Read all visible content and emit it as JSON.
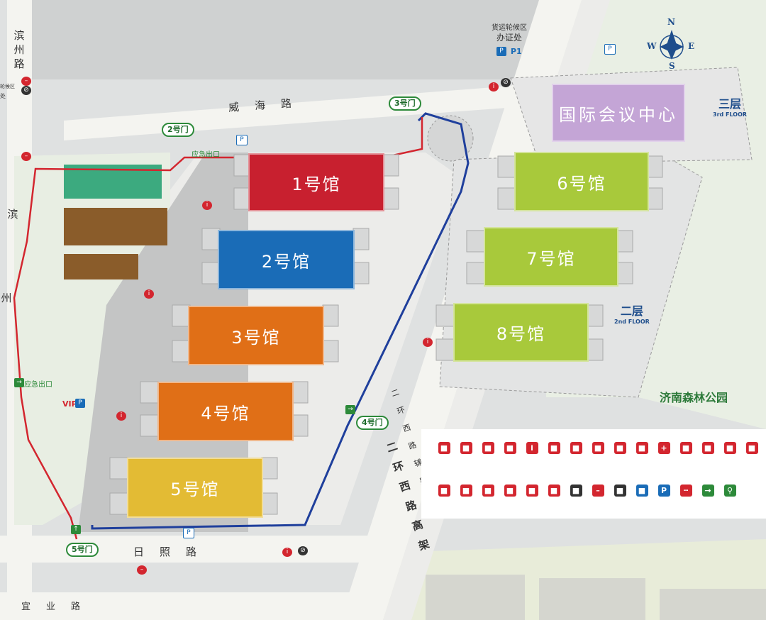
{
  "halls": [
    {
      "name": "1号馆",
      "color": "#c8202f"
    },
    {
      "name": "2号馆",
      "color": "#1a6cb7"
    },
    {
      "name": "3号馆",
      "color": "#e06f17"
    },
    {
      "name": "4号馆",
      "color": "#e06f17"
    },
    {
      "name": "5号馆",
      "color": "#e3bb34"
    },
    {
      "name": "6号馆",
      "color": "#a8c93b"
    },
    {
      "name": "7号馆",
      "color": "#a8c93b"
    },
    {
      "name": "8号馆",
      "color": "#a8c93b"
    }
  ],
  "conference": {
    "name": "国际会议中心",
    "color": "#c4a5d6"
  },
  "floors": {
    "third_cn": "三层",
    "third_en": "3rd FLOOR",
    "second_cn": "二层",
    "second_en": "2nd FLOOR"
  },
  "roads": {
    "weihai": "威海路",
    "rizhao": "日照路",
    "yiye": "宜业路",
    "binzhou": "滨州路",
    "bin_partial": "滨",
    "zhou_partial": "州",
    "erhuan": "二环西路高架",
    "fulu": "二环西路辅路"
  },
  "gates": {
    "g2": "2号门",
    "g3": "3号门",
    "g4": "4号门",
    "g5": "5号门"
  },
  "labels": {
    "cargo_office_line1": "货运轮候区",
    "cargo_office_line2": "办证处",
    "p1": "P1",
    "emergency_exit_top": "应急出口",
    "emergency_exit_left": "应急出口",
    "vip": "VIP",
    "park": "济南森林公园",
    "side_small_1": "轮候区",
    "side_small_2": "处"
  },
  "compass": {
    "n": "N",
    "s": "S",
    "e": "E",
    "w": "W"
  },
  "accent_colors": {
    "route_blue": "#1f3f9c",
    "route_red": "#d3262f",
    "gate_green": "#2d8a3a",
    "greenery": "#e9efe4"
  },
  "legend_icons": [
    {
      "icon": "ticket-icon",
      "color": "#d3262f"
    },
    {
      "icon": "badge-icon",
      "color": "#d3262f"
    },
    {
      "icon": "luggage-icon",
      "color": "#d3262f"
    },
    {
      "icon": "registration-icon",
      "color": "#d3262f"
    },
    {
      "icon": "info-icon",
      "color": "#d3262f"
    },
    {
      "icon": "bus-icon",
      "color": "#d3262f"
    },
    {
      "icon": "shuttle-icon",
      "color": "#d3262f"
    },
    {
      "icon": "taxi-icon",
      "color": "#d3262f"
    },
    {
      "icon": "restaurant-icon",
      "color": "#d3262f"
    },
    {
      "icon": "escalator-icon",
      "color": "#d3262f"
    },
    {
      "icon": "first-aid-icon",
      "color": "#d3262f"
    },
    {
      "icon": "security-icon",
      "color": "#d3262f"
    },
    {
      "icon": "service-center-icon",
      "color": "#d3262f"
    },
    {
      "icon": "entrance-icon",
      "color": "#d3262f"
    },
    {
      "icon": "meeting-room-icon",
      "color": "#d3262f"
    },
    {
      "icon": "office-icon",
      "color": "#d3262f"
    },
    {
      "icon": "restroom-icon",
      "color": "#d3262f"
    },
    {
      "icon": "breastfeeding-icon",
      "color": "#d3262f"
    },
    {
      "icon": "wheelchair-icon",
      "color": "#d3262f"
    },
    {
      "icon": "drink-icon",
      "color": "#d3262f"
    },
    {
      "icon": "truck-icon",
      "color": "#d3262f"
    },
    {
      "icon": "ems-icon",
      "color": "#333333"
    },
    {
      "icon": "no-entry-icon",
      "color": "#d3262f"
    },
    {
      "icon": "no-car-icon",
      "color": "#333333"
    },
    {
      "icon": "tunnel-icon",
      "color": "#1a6cb7"
    },
    {
      "icon": "parking-icon",
      "color": "#1a6cb7"
    },
    {
      "icon": "route-line-icon",
      "color": "#d3262f"
    },
    {
      "icon": "exit-icon",
      "color": "#2d8a3a"
    },
    {
      "icon": "bike-icon",
      "color": "#2d8a3a"
    }
  ]
}
